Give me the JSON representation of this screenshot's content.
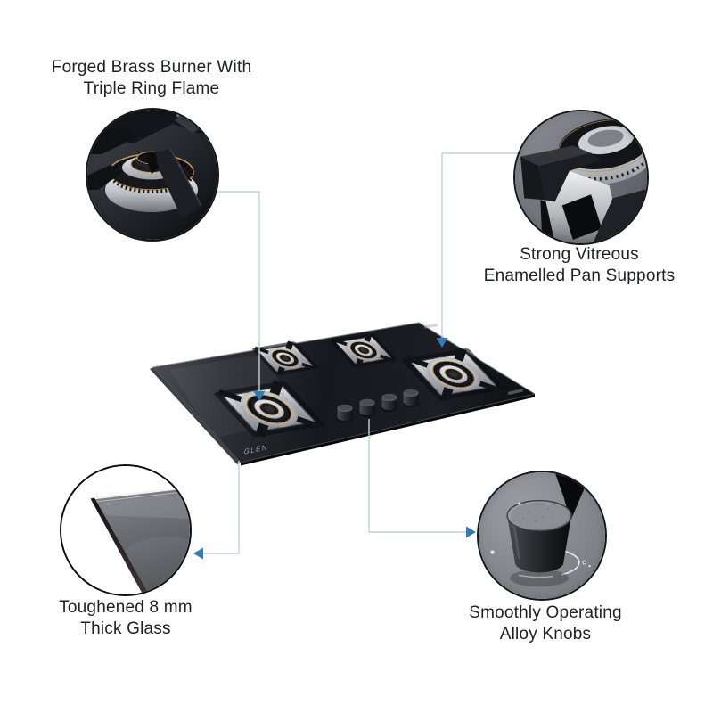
{
  "page": {
    "background_color": "#ffffff"
  },
  "product": {
    "brand_label": "GLEN",
    "burner_count": 4,
    "knob_count": 4
  },
  "features": {
    "top_left": {
      "line1": "Forged Brass Burner With",
      "line2": "Triple Ring Flame",
      "image": "triple-ring-brass-burner-closeup"
    },
    "top_right": {
      "line1": "Strong Vitreous",
      "line2": "Enamelled Pan Supports",
      "image": "enamelled-pan-support-closeup"
    },
    "bottom_left": {
      "line1": "Toughened 8 mm",
      "line2": "Thick Glass",
      "image": "glass-edge-closeup"
    },
    "bottom_right": {
      "line1": "Smoothly Operating",
      "line2": "Alloy Knobs",
      "image": "alloy-knob-closeup"
    }
  },
  "icons": {
    "top_left_pointer": "arrow-down-icon",
    "top_right_pointer": "arrow-down-icon",
    "bottom_left_pointer": "arrow-left-icon",
    "bottom_right_pointer": "arrow-right-icon"
  },
  "colors": {
    "caption_text": "#1f2023",
    "connector_line": "#bdd2e1",
    "arrow_accent": "#2e7cbe",
    "glass_dark": "#17181c",
    "brass_ring": "#c59a57",
    "stainless": "#d7d8da"
  }
}
